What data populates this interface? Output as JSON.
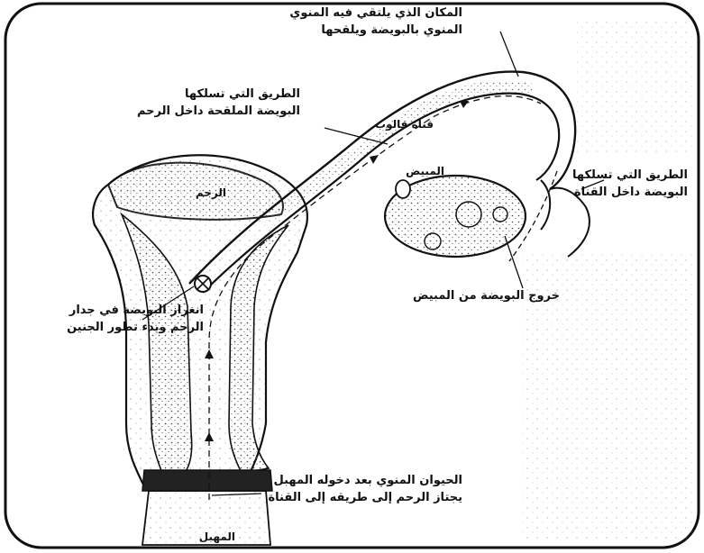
{
  "labels": {
    "sperm_path_top": "المكان الذي يلتقي فيه المنوي\nالمنوي بالبويضة ويلقحها",
    "fertilized_path": "الطريق التي تسلكها\nالبويضة الملقحة داخل الرحم",
    "tube_name": "قناة فالوب",
    "uterus": "الرحم",
    "ovary": "المبيض",
    "egg_path_tube": "الطريق التي تسلكها\nالبويضة داخل القناة",
    "implantation": "انغراز البويضة في جدار\nالرحم وبدء تطور الجنين",
    "ovulation": "خروج البويضة من المبيض",
    "sperm_entry": "الحيوان المنوي بعد دخوله المهبل\nيجتاز الرحم إلى طريقه إلى القناة",
    "vagina": "المهبل"
  },
  "colors": {
    "ink": "#111111",
    "background": "#ffffff",
    "stipple": "#555555"
  }
}
